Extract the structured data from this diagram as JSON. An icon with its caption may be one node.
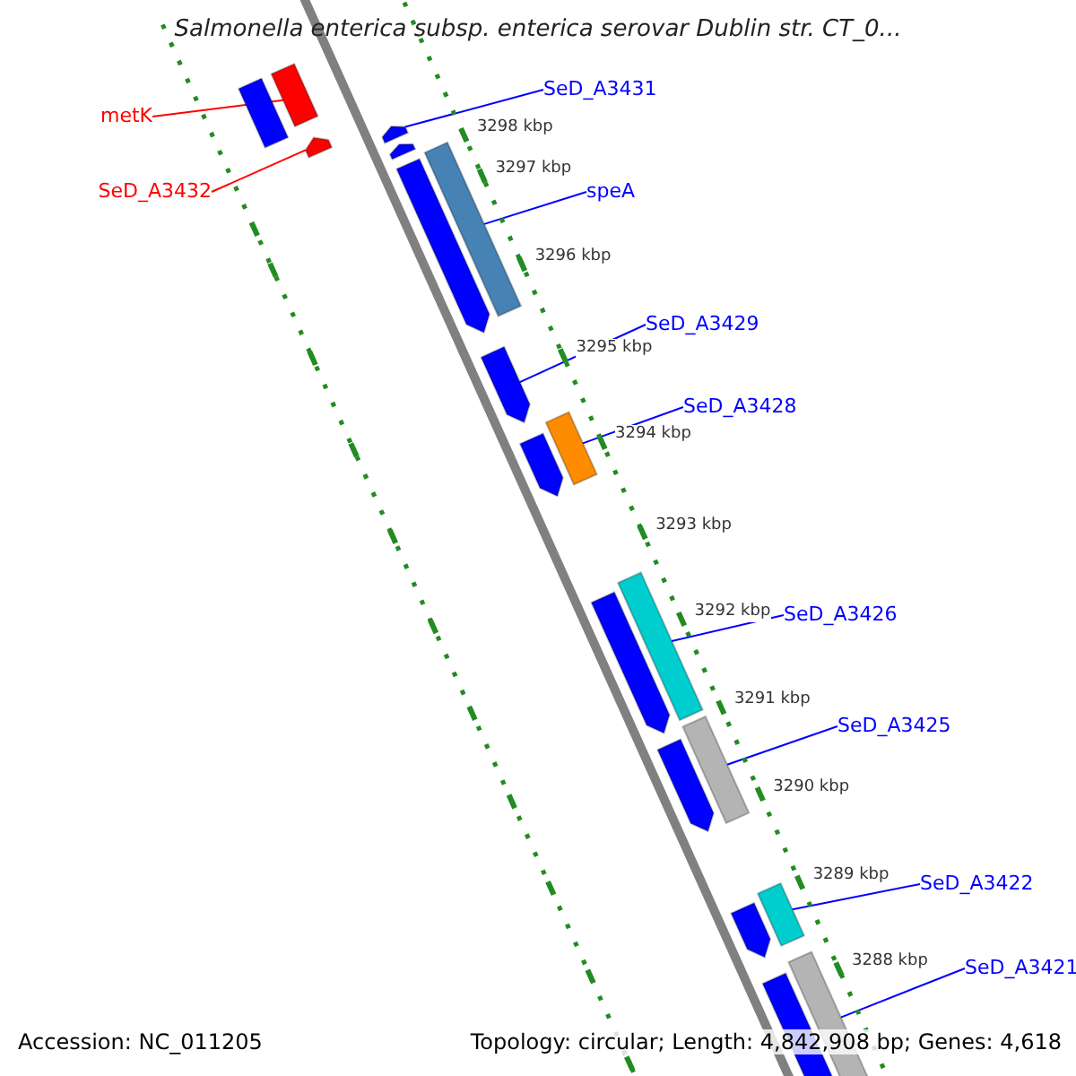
{
  "diagram": {
    "title": "Salmonella enterica subsp. enterica serovar Dublin str. CT_0...",
    "nodes": [
      {
        "text": [
          "metK"
        ]
      },
      {
        "text": [],
        "shape": "bar"
      },
      {
        "text": [
          "SeD_A3432"
        ]
      },
      {
        "text": [],
        "shape": "bar"
      },
      {
        "text": [
          "SeD_A3431"
        ]
      },
      {
        "text": [],
        "shape": "bar"
      },
      {
        "text": [
          "speA"
        ]
      },
      {
        "text": [],
        "shape": "bar"
      },
      {
        "text": [
          "SeD_A3429"
        ]
      },
      {
        "text": [],
        "shape": "bar"
      },
      {
        "text": [
          "SeD_A3428"
        ]
      },
      {
        "text": [],
        "shape": "bar"
      },
      {
        "text": [
          "SeD_A3426"
        ]
      },
      {
        "text": [],
        "shape": "bar"
      },
      {
        "text": [
          "SeD_A3425"
        ]
      },
      {
        "text": [],
        "shape": "bar"
      },
      {
        "text": [
          "SeD_A3422"
        ]
      },
      {
        "text": [],
        "shape": "bar"
      },
      {
        "text": [
          "SeD_A3421"
        ]
      },
      {
        "text": [],
        "shape": "bar"
      },
      {
        "text": [],
        "shape": "bar"
      },
      {
        "text": [],
        "shape": "bar"
      },
      {
        "text": [],
        "shape": "bar"
      },
      {
        "text": [],
        "shape": "bar"
      },
      {
        "text": [],
        "shape": "bar"
      },
      {
        "text": [],
        "shape": "bar"
      },
      {
        "text": [],
        "shape": "bar"
      },
      {
        "text": [],
        "shape": "bar"
      }
    ],
    "edges": [
      {
        "from": 0,
        "to": 1,
        "arrow": "none",
        "color": "#ff0000"
      },
      {
        "from": 2,
        "to": 3,
        "arrow": "none",
        "color": "#ff0000"
      },
      {
        "from": 4,
        "to": 5,
        "arrow": "none"
      },
      {
        "from": 6,
        "to": 7,
        "arrow": "none"
      },
      {
        "from": 8,
        "to": 9,
        "arrow": "none"
      },
      {
        "from": 10,
        "to": 11,
        "arrow": "none"
      },
      {
        "from": 12,
        "to": 13,
        "arrow": "none"
      },
      {
        "from": 14,
        "to": 15,
        "arrow": "none"
      },
      {
        "from": 16,
        "to": 17,
        "arrow": "none"
      },
      {
        "from": 18,
        "to": 19,
        "arrow": "none"
      }
    ],
    "labels": [
      "3298 kbp",
      "3297 kbp",
      "3296 kbp",
      "3295 kbp",
      "3294 kbp",
      "3293 kbp",
      "3292 kbp",
      "3291 kbp",
      "3290 kbp",
      "3289 kbp",
      "3288 kbp",
      "Accession: NC_011205",
      "Topology: circular; Length: 4,842,908 bp; Genes: 4,618"
    ]
  }
}
